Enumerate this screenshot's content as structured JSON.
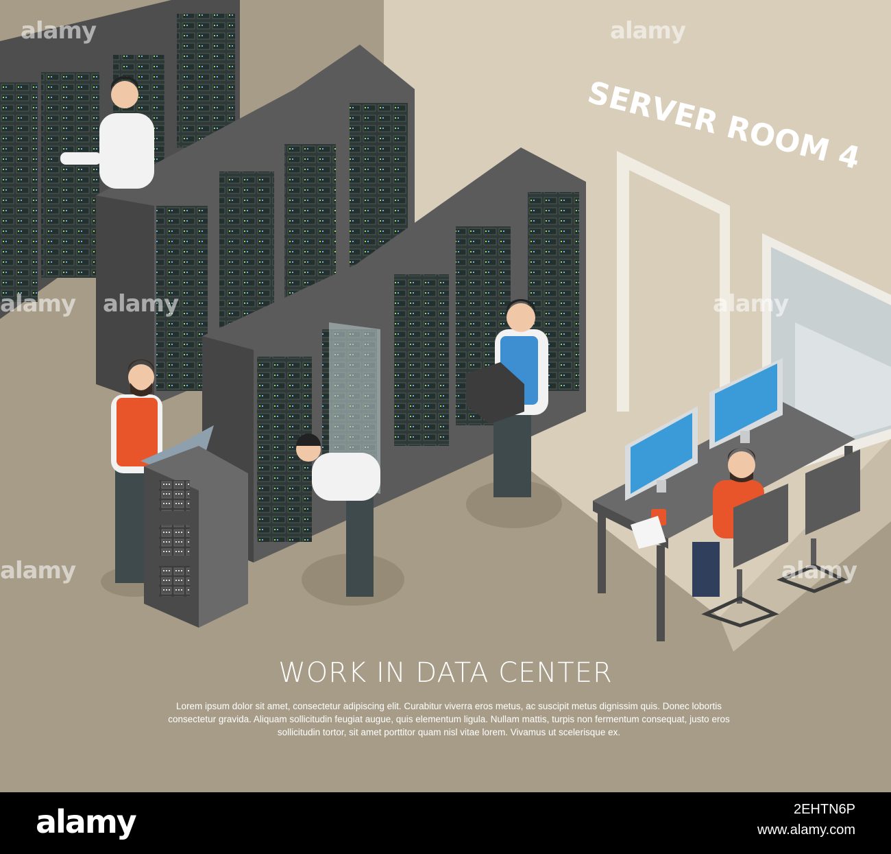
{
  "illustration": {
    "sign_text": "SERVER ROOM 4",
    "headline": "WORK IN DATA CENTER",
    "body_text": "Lorem ipsum dolor sit amet, consectetur adipiscing elit. Curabitur viverra eros metus, ac suscipit metus dignissim quis. Donec lobortis consectetur gravida. Aliquam sollicitudin feugiat augue, quis elementum ligula. Nullam mattis, turpis non fermentum consequat, justo eros sollicitudin tortor, sit amet porttitor quam nisl vitae lorem. Vivamus ut scelerisque ex."
  },
  "watermarks": [
    "alamy",
    "alamy",
    "alamy",
    "alamy",
    "alamy",
    "alamy",
    "alamy"
  ],
  "footer": {
    "logo": "alamy",
    "image_id": "2EHTN6P",
    "url": "www.alamy.com"
  },
  "colors": {
    "floor": "#a79c87",
    "wall": "#d8ceba",
    "rack": "#5b5b5b",
    "screen": "#3b9bd8",
    "vest_orange": "#e8552a",
    "vest_blue": "#3d8fd1"
  }
}
